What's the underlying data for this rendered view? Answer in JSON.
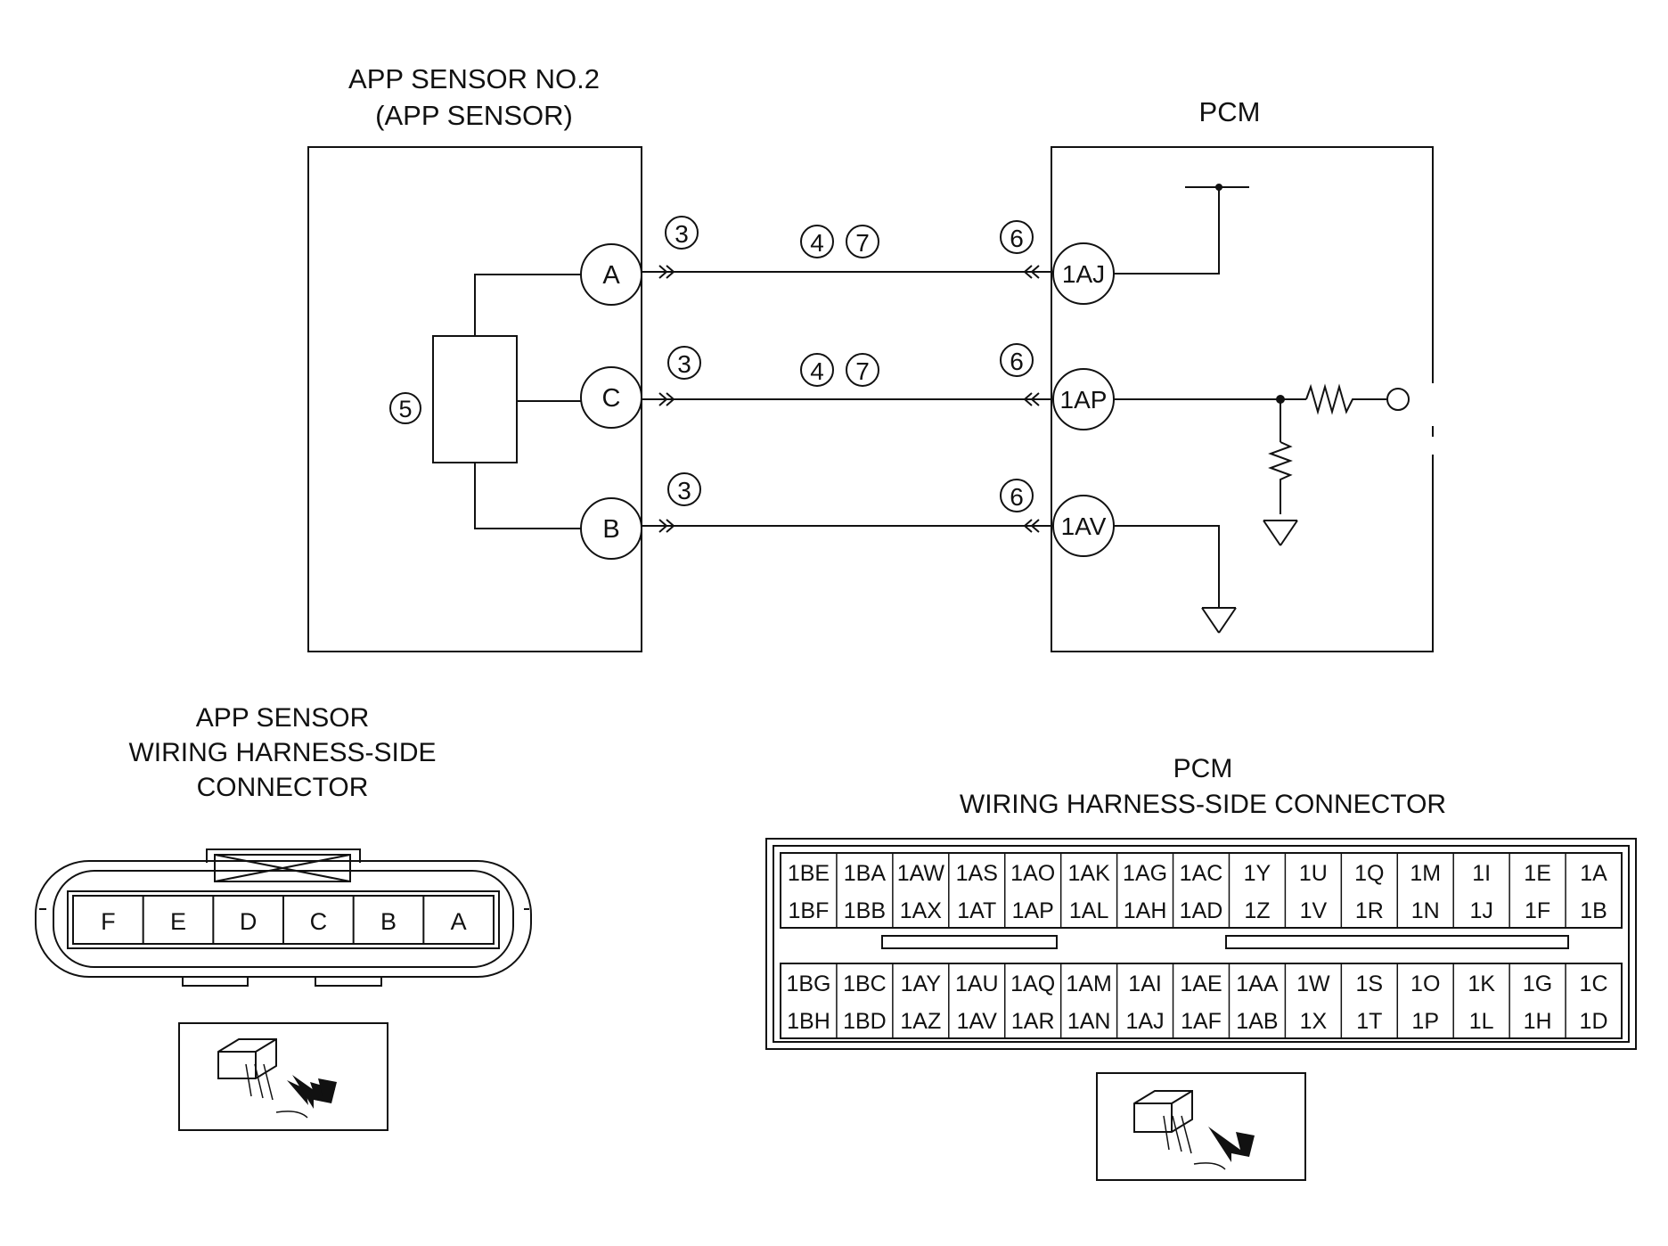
{
  "sensor": {
    "title_line1": "APP SENSOR NO.2",
    "title_line2": "(APP SENSOR)",
    "component_marker": "5",
    "terminals": [
      {
        "id": "term-a",
        "label": "A"
      },
      {
        "id": "term-c",
        "label": "C"
      },
      {
        "id": "term-b",
        "label": "B"
      }
    ]
  },
  "pcm": {
    "title": "PCM",
    "terminals": [
      {
        "id": "term-1aj",
        "label": "1AJ"
      },
      {
        "id": "term-1ap",
        "label": "1AP"
      },
      {
        "id": "term-1av",
        "label": "1AV"
      }
    ]
  },
  "wires": [
    {
      "sensor_marker": "3",
      "mid_markers": [
        "4",
        "7"
      ],
      "pcm_marker": "6"
    },
    {
      "sensor_marker": "3",
      "mid_markers": [
        "4",
        "7"
      ],
      "pcm_marker": "6"
    },
    {
      "sensor_marker": "3",
      "mid_markers": [],
      "pcm_marker": "6"
    }
  ],
  "sensor_connector": {
    "title_line1": "APP SENSOR",
    "title_line2": "WIRING HARNESS-SIDE",
    "title_line3": "CONNECTOR",
    "pins": [
      "F",
      "E",
      "D",
      "C",
      "B",
      "A"
    ]
  },
  "pcm_connector": {
    "title_line1": "PCM",
    "title_line2": "WIRING HARNESS-SIDE CONNECTOR",
    "upper_block": [
      [
        "1BE",
        "1BA",
        "1AW",
        "1AS",
        "1AO",
        "1AK",
        "1AG",
        "1AC",
        "1Y",
        "1U",
        "1Q",
        "1M",
        "1I",
        "1E",
        "1A"
      ],
      [
        "1BF",
        "1BB",
        "1AX",
        "1AT",
        "1AP",
        "1AL",
        "1AH",
        "1AD",
        "1Z",
        "1V",
        "1R",
        "1N",
        "1J",
        "1F",
        "1B"
      ]
    ],
    "lower_block": [
      [
        "1BG",
        "1BC",
        "1AY",
        "1AU",
        "1AQ",
        "1AM",
        "1AI",
        "1AE",
        "1AA",
        "1W",
        "1S",
        "1O",
        "1K",
        "1G",
        "1C"
      ],
      [
        "1BH",
        "1BD",
        "1AZ",
        "1AV",
        "1AR",
        "1AN",
        "1AJ",
        "1AF",
        "1AB",
        "1X",
        "1T",
        "1P",
        "1L",
        "1H",
        "1D"
      ]
    ]
  }
}
